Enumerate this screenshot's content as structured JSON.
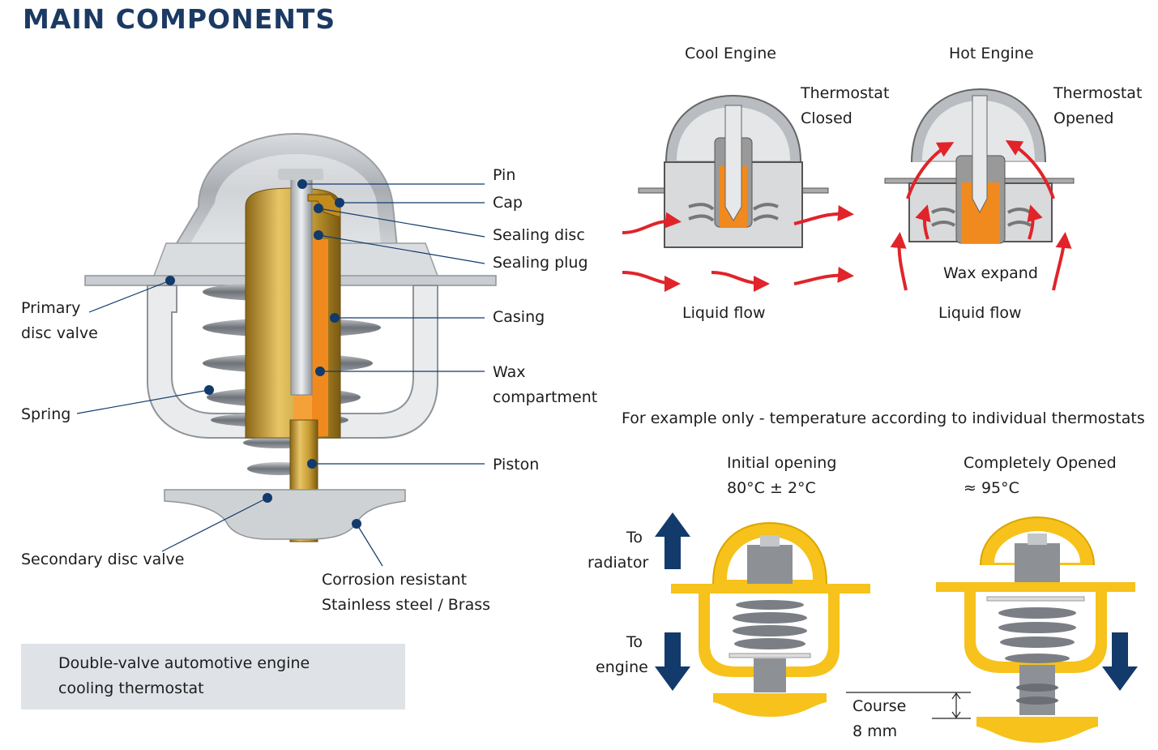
{
  "title": "MAIN COMPONENTS",
  "labels": {
    "pin": "Pin",
    "cap": "Cap",
    "sealing_disc": "Sealing disc",
    "sealing_plug": "Sealing plug",
    "casing": "Casing",
    "wax_line1": "Wax",
    "wax_line2": "compartment",
    "piston": "Piston",
    "primary_line1": "Primary",
    "primary_line2": "disc valve",
    "spring": "Spring",
    "secondary": "Secondary disc valve",
    "material_line1": "Corrosion resistant",
    "material_line2": "Stainless steel  / Brass"
  },
  "caption": {
    "line1": "Double-valve automotive engine",
    "line2": "cooling thermostat"
  },
  "states": {
    "cool": {
      "title": "Cool Engine",
      "status_line1": "Thermostat",
      "status_line2": "Closed",
      "flow": "Liquid flow"
    },
    "hot": {
      "title": "Hot Engine",
      "status_line1": "Thermostat",
      "status_line2": "Opened",
      "wax": "Wax expand",
      "flow": "Liquid flow"
    }
  },
  "example_note": "For example only - temperature according to individual thermostats",
  "temps": {
    "initial_label": "Initial opening",
    "initial_value": "80°C ± 2°C",
    "complete_label": "Completely Opened",
    "complete_value": "≈ 95°C"
  },
  "directions": {
    "radiator_line1": "To",
    "radiator_line2": "radiator",
    "engine_line1": "To",
    "engine_line2": "engine"
  },
  "course": {
    "line1": "Course",
    "line2": "8 mm"
  },
  "colors": {
    "title": "#1b3a63",
    "wax": "#f08a1e",
    "brass": "#c9a13b",
    "flow_arrow": "#e0242a",
    "yellow_body": "#f6c21b",
    "dir_arrow": "#123a6b"
  }
}
